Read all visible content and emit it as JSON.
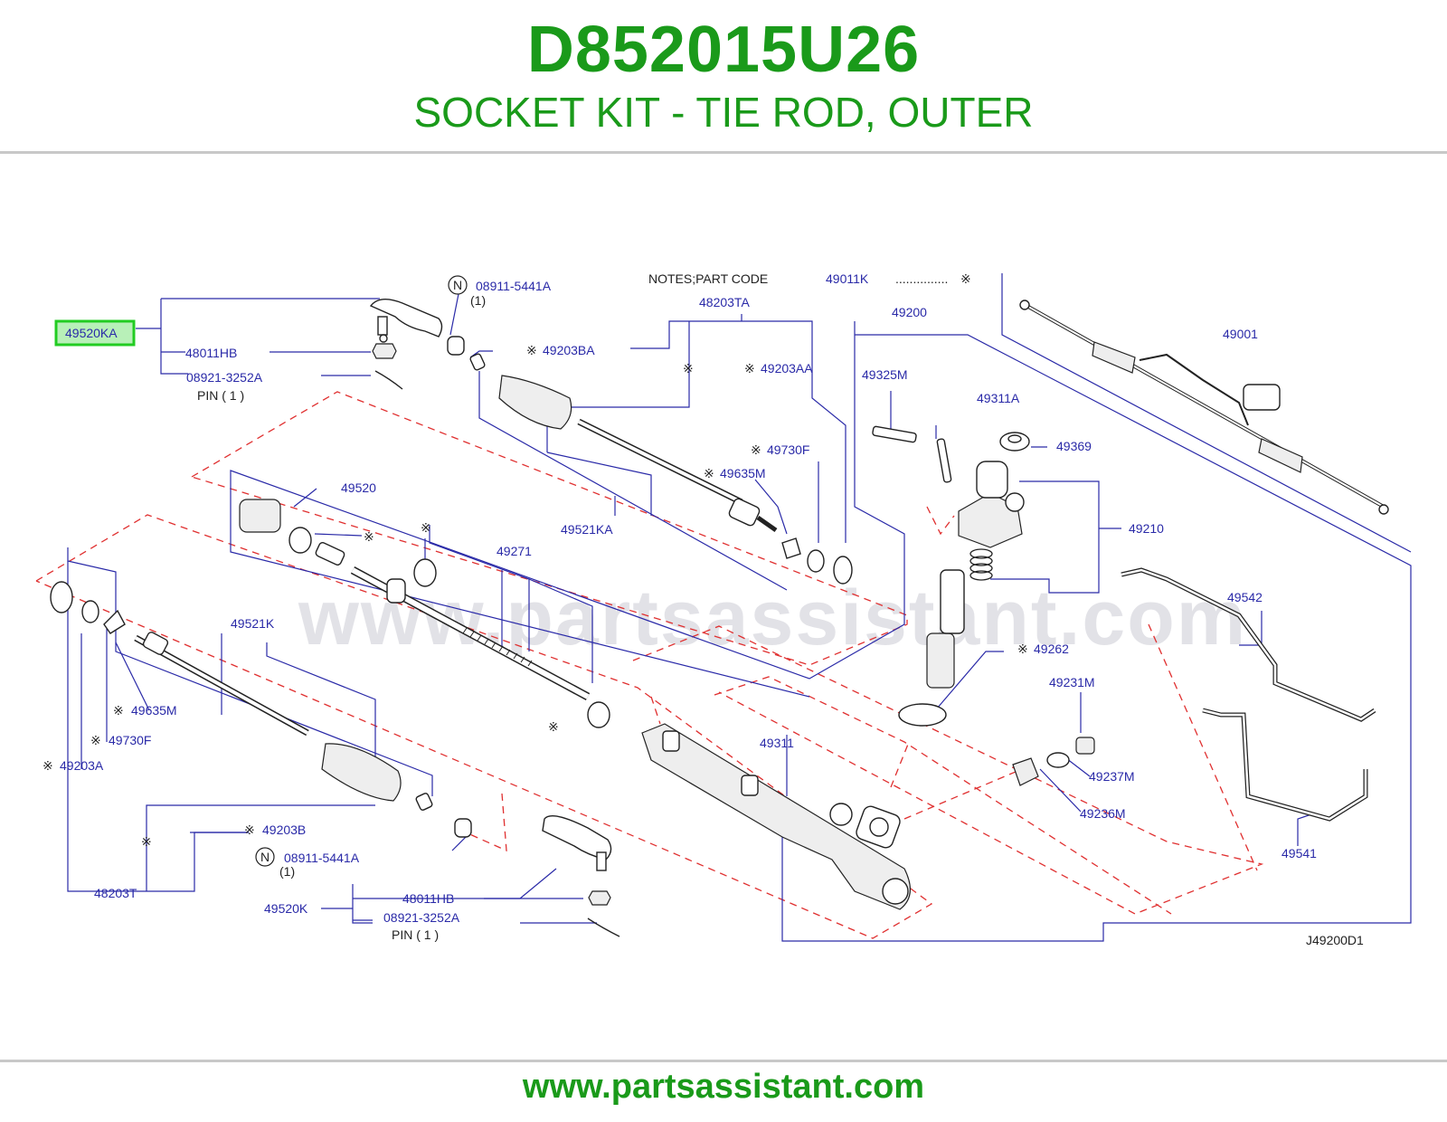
{
  "header": {
    "part_number": "D852015U26",
    "description": "SOCKET KIT - TIE ROD, OUTER"
  },
  "footer": {
    "website": "www.partsassistant.com"
  },
  "diagram": {
    "watermark": "www.partsassistant.com",
    "diagram_code": "J49200D1",
    "notes_label": "NOTES;PART   CODE",
    "notes_code": "49011K",
    "notes_dots": "...............",
    "notes_mark": "※",
    "highlighted_part": "49520KA",
    "highlight_color": "#22cc22",
    "line_color": "#2a2aa8",
    "dashed_line_color": "#e03030",
    "callouts": {
      "c49520KA": "49520KA",
      "c48011HB_top": "48011HB",
      "c08921_top": "08921-3252A",
      "pin_top": "PIN  (  1 )",
      "n_top": "N",
      "c08911_top": "08911-5441A",
      "qty_top": "(1)",
      "c48203TA": "48203TA",
      "c49203BA": "49203BA",
      "mark_49203BA": "※",
      "mark_48203TA": "※",
      "c49203AA": "49203AA",
      "mark_49203AA": "※",
      "c49200": "49200",
      "c49001": "49001",
      "c49325M": "49325M",
      "c49311A": "49311A",
      "c49369": "49369",
      "c49730F_top": "49730F",
      "mark_49730F_top": "※",
      "c49635M_top": "49635M",
      "mark_49635M_top": "※",
      "c49520": "49520",
      "mark_49520": "※",
      "c49521KA": "49521KA",
      "c49210": "49210",
      "c49271": "49271",
      "mark_49271": "※",
      "c49542": "49542",
      "c49521K": "49521K",
      "c49262": "49262",
      "mark_49262": "※",
      "c49231M": "49231M",
      "c49635M_bot": "49635M",
      "mark_49635M_bot": "※",
      "mark_49271_bot": "※",
      "c49730F_bot": "49730F",
      "mark_49730F_bot": "※",
      "c49311": "49311",
      "c49237M": "49237M",
      "c49203A": "49203A",
      "mark_49203A": "※",
      "c49236M": "49236M",
      "c49203B": "49203B",
      "mark_49203B": "※",
      "mark_48203T": "※",
      "n_bot": "N",
      "c08911_bot": "08911-5441A",
      "qty_bot": "(1)",
      "c49541": "49541",
      "c48203T": "48203T",
      "c48011HB_bot": "48011HB",
      "c49520K": "49520K",
      "c08921_bot": "08921-3252A",
      "pin_bot": "PIN  (  1 )"
    }
  }
}
